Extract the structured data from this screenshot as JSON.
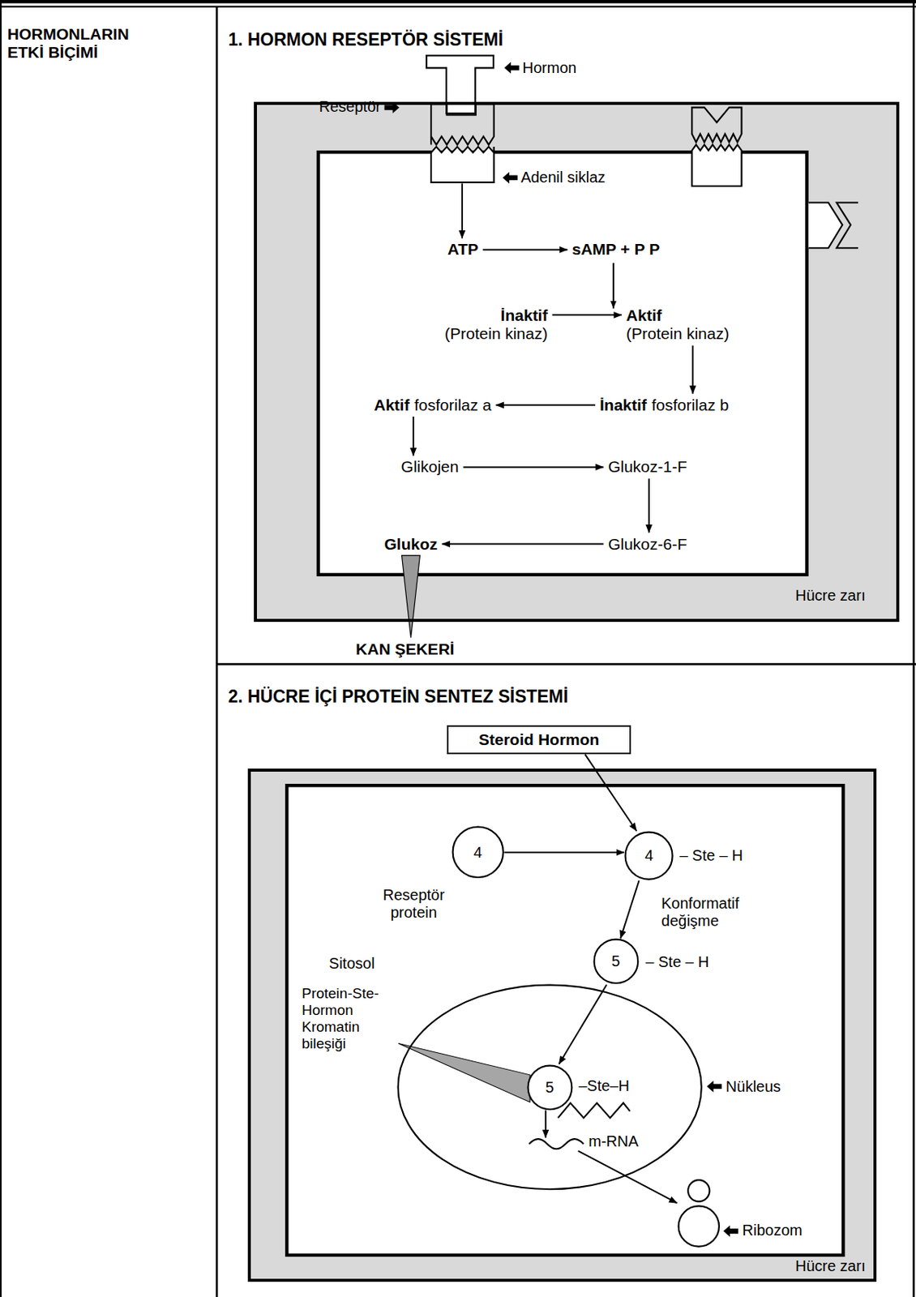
{
  "diagram": {
    "nodes": [
      {
        "text": [
          "HORMONLARIN ETKİ BİÇİMİ"
        ]
      },
      {
        "text": [
          "1. HORMON RESEPTÖR SİSTEMİ"
        ]
      },
      {
        "text": [
          "Hormon"
        ],
        "in": 1
      },
      {
        "text": [
          "Hücre zarı"
        ],
        "in": 1
      },
      {
        "text": [
          "Reseptör"
        ],
        "in": 3
      },
      {
        "text": [
          "Adenil siklaz"
        ],
        "in": 3
      },
      {
        "text": [
          "ATP"
        ],
        "in": 3
      },
      {
        "text": [
          "sAMP + P P"
        ],
        "in": 3
      },
      {
        "text": [
          "İnaktif",
          "(Protein kinaz)"
        ],
        "in": 3
      },
      {
        "text": [
          "Aktif",
          "(Protein kinaz)"
        ],
        "in": 3
      },
      {
        "text": [
          "İnaktif",
          "fosforilaz b"
        ],
        "in": 3
      },
      {
        "text": [
          "Aktif",
          "fosforilaz a"
        ],
        "in": 3
      },
      {
        "text": [
          "Glikojen"
        ],
        "in": 3
      },
      {
        "text": [
          "Glukoz-1-F"
        ],
        "in": 3
      },
      {
        "text": [
          "Glukoz-6-F"
        ],
        "in": 3
      },
      {
        "text": [
          "Glukoz"
        ],
        "in": 3
      },
      {
        "text": [
          "KAN ŞEKERİ"
        ],
        "in": 1
      },
      {
        "text": [
          "2. HÜCRE İÇİ PROTEİN SENTEZ SİSTEMİ"
        ]
      },
      {
        "text": [
          "Steroid Hormon"
        ],
        "in": 17
      },
      {
        "text": [
          "Hücre zarı"
        ],
        "in": 17
      },
      {
        "text": [
          "4",
          "Reseptör protein"
        ],
        "in": 19
      },
      {
        "text": [
          "4",
          "– Ste – H"
        ],
        "in": 19
      },
      {
        "text": [
          "5",
          "– Ste – H"
        ],
        "in": 19
      },
      {
        "text": [
          "Nükleus"
        ],
        "in": 19
      },
      {
        "text": [
          "5",
          "–Ste–H"
        ],
        "in": 23
      },
      {
        "text": [
          "m-RNA"
        ],
        "in": 23
      },
      {
        "text": [
          "Ribozom"
        ],
        "in": 19
      }
    ],
    "edges": [
      {
        "from": 5,
        "to": 6,
        "arrow": "to"
      },
      {
        "from": 6,
        "to": 7,
        "arrow": "to"
      },
      {
        "from": 8,
        "to": 9,
        "arrow": "to"
      },
      {
        "from": 9,
        "to": 10,
        "arrow": "to"
      },
      {
        "from": 10,
        "to": 11,
        "arrow": "to"
      },
      {
        "from": 11,
        "to": 12,
        "arrow": "to"
      },
      {
        "from": 12,
        "to": 13,
        "arrow": "to"
      },
      {
        "from": 13,
        "to": 14,
        "arrow": "to"
      },
      {
        "from": 14,
        "to": 15,
        "arrow": "to"
      },
      {
        "from": 15,
        "to": 16,
        "arrow": "to"
      },
      {
        "from": 18,
        "to": 21,
        "arrow": "to"
      },
      {
        "from": 20,
        "to": 21,
        "arrow": "to"
      },
      {
        "from": 21,
        "to": 22,
        "label": "Konformatif değişme",
        "arrow": "to"
      },
      {
        "from": 22,
        "to": 24,
        "arrow": "to"
      },
      {
        "from": 24,
        "to": 25,
        "arrow": "to"
      },
      {
        "from": 25,
        "to": 26,
        "arrow": "to"
      }
    ],
    "labels": [
      "Sitosol",
      "Protein-Ste-Hormon Kromatin bileşiği"
    ]
  }
}
